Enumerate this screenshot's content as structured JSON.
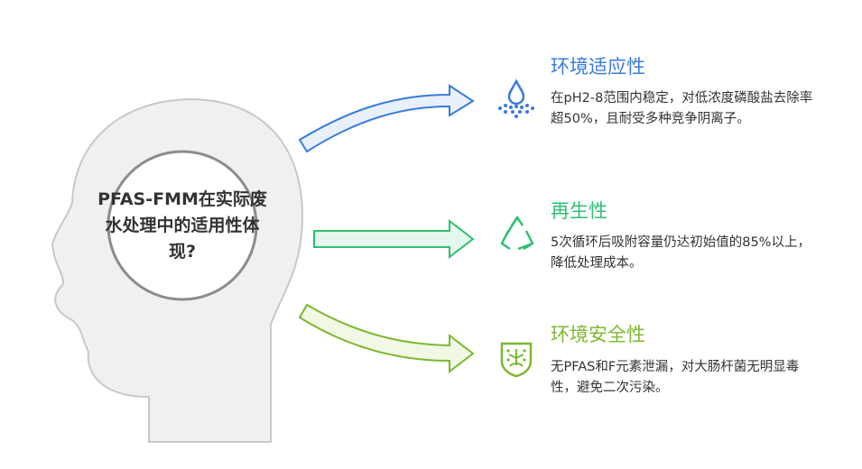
{
  "center_question": "PFAS-FMM在实际废水处理中的适用性体现?",
  "items": [
    {
      "title": "环境适应性",
      "description": "在pH2-8范围内稳定，对低浓度磷酸盐去除率超50%，且耐受多种竞争阴离子。",
      "color": "#3a7bdc",
      "icon": "water-drop-spray-icon"
    },
    {
      "title": "再生性",
      "description": "5次循环后吸附容量仍达初始值的85%以上，降低处理成本。",
      "color": "#2fbf71",
      "icon": "recycle-icon"
    },
    {
      "title": "环境安全性",
      "description": "无PFAS和F元素泄漏，对大肠杆菌无明显毒性，避免二次污染。",
      "color": "#7cb82f",
      "icon": "shield-bacteria-icon"
    }
  ]
}
